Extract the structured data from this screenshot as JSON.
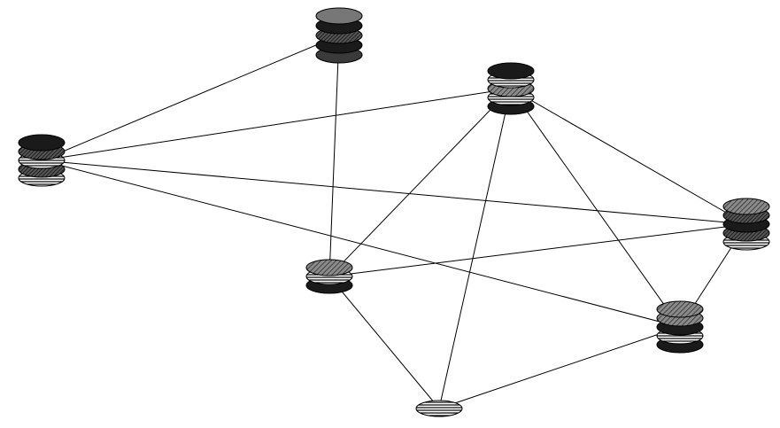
{
  "colors": {
    "background": "#ffffff",
    "stroke": "#000000",
    "disc_black": "#1a1a1a",
    "disc_dark": "#3a3a3a",
    "disc_mid": "#777777",
    "disc_light": "#9a9a9a"
  },
  "nodes": [
    {
      "id": "top",
      "stack": [
        "mid-solid",
        "black",
        "diag-dark",
        "black",
        "dark"
      ]
    },
    {
      "id": "upper-right",
      "stack": [
        "black",
        "horiz",
        "diag-mid",
        "horiz",
        "black"
      ]
    },
    {
      "id": "left",
      "stack": [
        "black",
        "diag-dark",
        "horiz",
        "diag-dark",
        "horiz"
      ]
    },
    {
      "id": "right",
      "stack": [
        "diag-mid",
        "diag-dark",
        "black",
        "diag-dark",
        "horiz"
      ]
    },
    {
      "id": "center",
      "stack": [
        "diag-mid",
        "horiz",
        "black"
      ]
    },
    {
      "id": "lower-right",
      "stack": [
        "diag-mid",
        "diag-mid",
        "black",
        "horiz",
        "black"
      ]
    },
    {
      "id": "bottom",
      "stack": [
        "horiz"
      ]
    }
  ],
  "edges": [
    [
      "left",
      "top"
    ],
    [
      "left",
      "upper-right"
    ],
    [
      "left",
      "right"
    ],
    [
      "left",
      "lower-right"
    ],
    [
      "top",
      "center"
    ],
    [
      "upper-right",
      "center"
    ],
    [
      "upper-right",
      "bottom"
    ],
    [
      "upper-right",
      "right"
    ],
    [
      "upper-right",
      "lower-right"
    ],
    [
      "center",
      "right"
    ],
    [
      "center",
      "bottom"
    ],
    [
      "right",
      "lower-right"
    ],
    [
      "lower-right",
      "bottom"
    ]
  ]
}
